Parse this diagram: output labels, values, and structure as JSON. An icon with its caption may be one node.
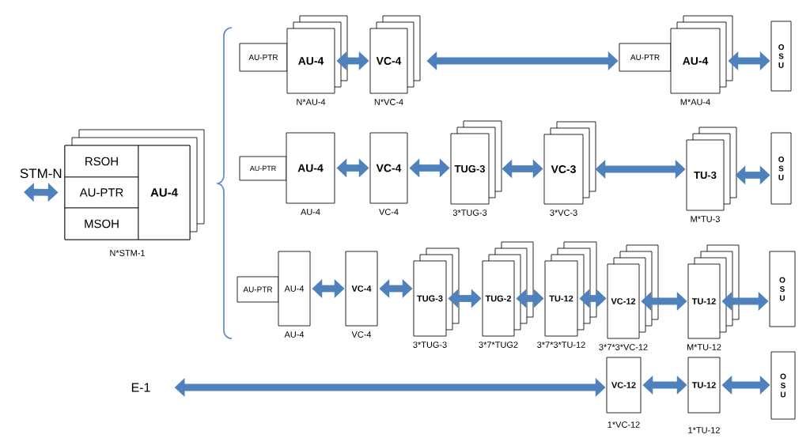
{
  "diagram": {
    "nodes": [
      {
        "text": [],
        "shape": "box",
        "beside": [
          "N*STM-1"
        ]
      },
      {
        "text": [
          "RSOH"
        ],
        "in": 0
      },
      {
        "text": [
          "AU-PTR"
        ],
        "in": 0
      },
      {
        "text": [
          "MSOH"
        ],
        "in": 0
      },
      {
        "text": [
          "AU-4"
        ],
        "in": 0
      },
      {
        "text": [
          "AU-PTR"
        ]
      },
      {
        "text": [
          "AU-4"
        ],
        "beside": [
          "N*AU-4"
        ]
      },
      {
        "text": [
          "VC-4"
        ],
        "beside": [
          "N*VC-4"
        ]
      },
      {
        "text": [
          "AU-PTR"
        ]
      },
      {
        "text": [
          "AU-4"
        ],
        "beside": [
          "M*AU-4"
        ]
      },
      {
        "text": [
          "O S U"
        ]
      },
      {
        "text": [
          "AU-PTR"
        ]
      },
      {
        "text": [
          "AU-4"
        ],
        "beside": [
          "AU-4"
        ]
      },
      {
        "text": [
          "VC-4"
        ],
        "beside": [
          "VC-4"
        ]
      },
      {
        "text": [
          "TUG-3"
        ],
        "beside": [
          "3*TUG-3"
        ]
      },
      {
        "text": [
          "VC-3"
        ],
        "beside": [
          "3*VC-3"
        ]
      },
      {
        "text": [
          "TU-3"
        ],
        "beside": [
          "M*TU-3"
        ]
      },
      {
        "text": [
          "O S U"
        ]
      },
      {
        "text": [
          "AU-PTR"
        ]
      },
      {
        "text": [
          "AU-4"
        ],
        "beside": [
          "AU-4"
        ]
      },
      {
        "text": [
          "VC-4"
        ],
        "beside": [
          "VC-4"
        ]
      },
      {
        "text": [
          "TUG-3"
        ],
        "beside": [
          "3*TUG-3"
        ]
      },
      {
        "text": [
          "TUG-2"
        ],
        "beside": [
          "3*7*TUG2"
        ]
      },
      {
        "text": [
          "TU-12"
        ],
        "beside": [
          "3*7*3*TU-12"
        ]
      },
      {
        "text": [
          "VC-12"
        ],
        "beside": [
          "3*7*3*VC-12"
        ]
      },
      {
        "text": [
          "TU-12"
        ],
        "beside": [
          "M*TU-12"
        ]
      },
      {
        "text": [
          "O S U"
        ]
      },
      {
        "text": [
          "E-1"
        ]
      },
      {
        "text": [
          "VC-12"
        ],
        "beside": [
          "1*VC-12"
        ]
      },
      {
        "text": [
          "TU-12"
        ],
        "beside": [
          "1*TU-12"
        ]
      },
      {
        "text": [
          "O S U"
        ]
      }
    ],
    "edges": [
      {
        "from": null,
        "to": 0,
        "arrow": "both",
        "label": "STM-N"
      },
      {
        "from": 6,
        "to": 7,
        "arrow": "both"
      },
      {
        "from": 7,
        "to": 8,
        "arrow": "both"
      },
      {
        "from": 9,
        "to": 10,
        "arrow": "both"
      },
      {
        "from": 12,
        "to": 13,
        "arrow": "both"
      },
      {
        "from": 13,
        "to": 14,
        "arrow": "both"
      },
      {
        "from": 14,
        "to": 15,
        "arrow": "both"
      },
      {
        "from": 15,
        "to": 16,
        "arrow": "both"
      },
      {
        "from": 16,
        "to": 17,
        "arrow": "both"
      },
      {
        "from": 19,
        "to": 20,
        "arrow": "both"
      },
      {
        "from": 20,
        "to": 21,
        "arrow": "both"
      },
      {
        "from": 21,
        "to": 22,
        "arrow": "both"
      },
      {
        "from": 22,
        "to": 23,
        "arrow": "both"
      },
      {
        "from": 23,
        "to": 24,
        "arrow": "both"
      },
      {
        "from": 24,
        "to": 25,
        "arrow": "both"
      },
      {
        "from": 25,
        "to": 26,
        "arrow": "both"
      },
      {
        "from": 27,
        "to": 28,
        "arrow": "both"
      },
      {
        "from": 28,
        "to": 29,
        "arrow": "both"
      },
      {
        "from": 29,
        "to": 30,
        "arrow": "both"
      }
    ]
  }
}
